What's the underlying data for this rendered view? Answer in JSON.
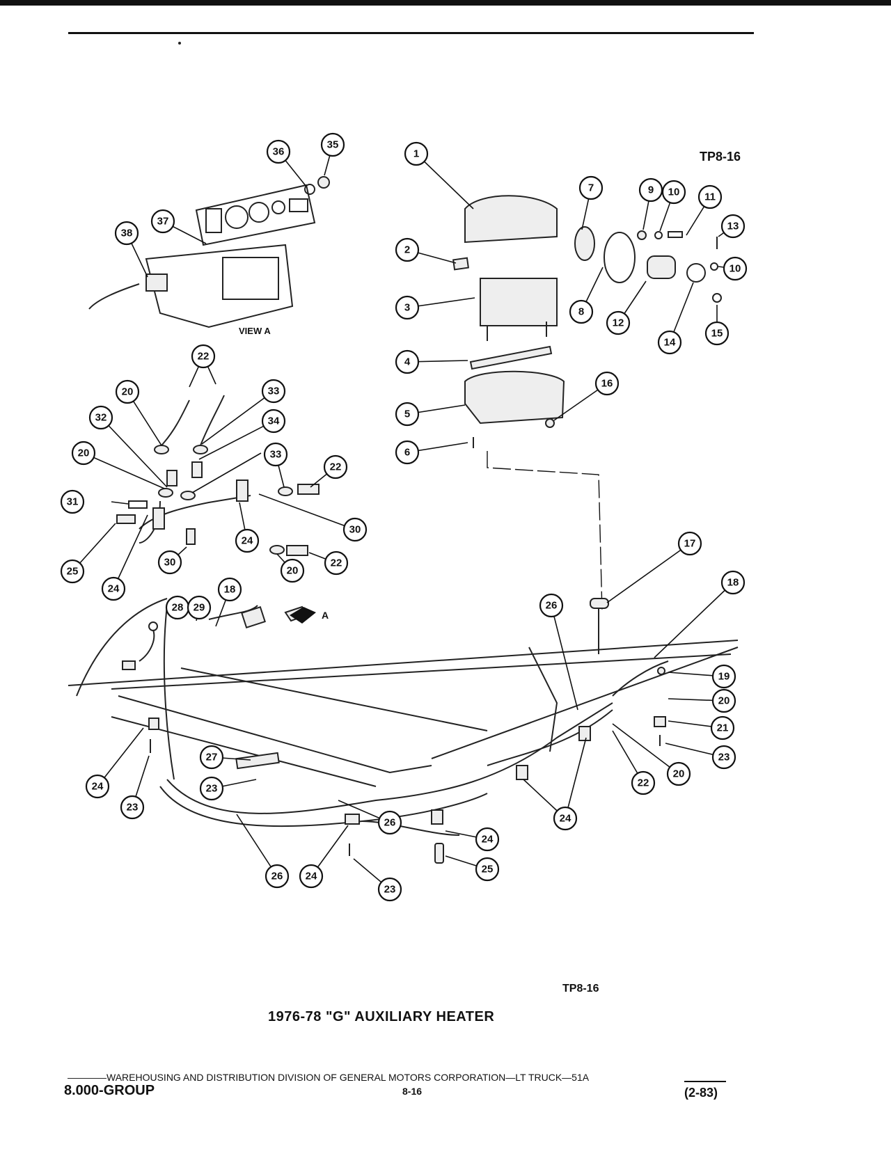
{
  "header": {
    "tp_code_top": "TP8-16"
  },
  "view": {
    "label": "VIEW A",
    "arrow_label": "A"
  },
  "callouts": [
    "1",
    "2",
    "3",
    "4",
    "5",
    "6",
    "7",
    "8",
    "9",
    "10",
    "11",
    "12",
    "13",
    "14",
    "15",
    "16",
    "17",
    "18",
    "19",
    "20",
    "21",
    "22",
    "23",
    "24",
    "25",
    "26",
    "27",
    "28",
    "29",
    "30",
    "31",
    "32",
    "33",
    "34",
    "35",
    "36",
    "37",
    "38"
  ],
  "figure": {
    "tp_code_bottom": "TP8-16",
    "title": "1976-78 \"G\" AUXILIARY HEATER"
  },
  "footer": {
    "line": "WAREHOUSING AND DISTRIBUTION  DIVISION OF GENERAL MOTORS CORPORATION—LT TRUCK—51A",
    "group": "8.000-GROUP",
    "page": "8-16",
    "date_code": "(2-83)"
  }
}
